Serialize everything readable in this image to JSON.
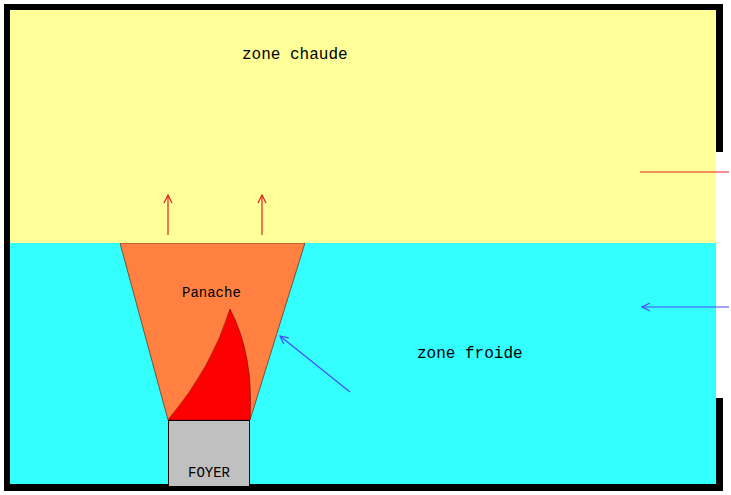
{
  "diagram": {
    "nodes": [
      {
        "text": [
          "zone chaude"
        ]
      },
      {
        "text": [
          "zone froide"
        ]
      },
      {
        "text": [
          "Panache"
        ],
        "in": 1
      },
      {
        "text": [
          "FOYER"
        ]
      }
    ],
    "edges": [
      {
        "from": 2,
        "to": 0,
        "arrow": "to"
      },
      {
        "from": 2,
        "to": 0,
        "arrow": "to"
      },
      {
        "from": 1,
        "to": 2,
        "arrow": "to"
      }
    ]
  }
}
